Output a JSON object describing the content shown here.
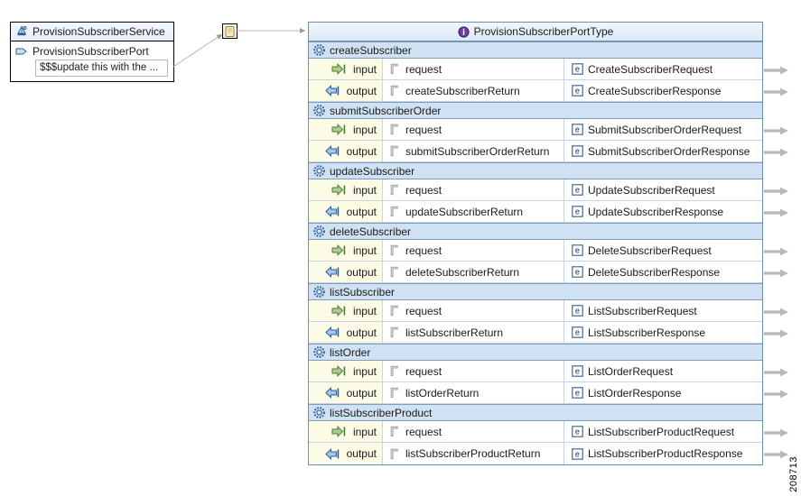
{
  "diagram": {
    "figure_number": "208713"
  },
  "service": {
    "name": "ProvisionSubscriberService",
    "icon": "service-icon",
    "port": {
      "name": "ProvisionSubscriberPort",
      "icon": "port-icon",
      "documentation": "$$$update this with the ..."
    }
  },
  "binding": {
    "icon": "binding-icon",
    "label": ""
  },
  "port_type": {
    "name": "ProvisionSubscriberPortType",
    "icon": "interface-icon",
    "operation_icon": "gear-icon",
    "input_icon": "input-arrow-icon",
    "output_icon": "output-arrow-icon",
    "part_icon": "part-icon",
    "element_icon": "element-icon",
    "link_icon": "link-arrow-icon",
    "input_label": "input",
    "output_label": "output",
    "operations": [
      {
        "name": "createSubscriber",
        "messages": [
          {
            "direction": "input",
            "part": "request",
            "type": "CreateSubscriberRequest"
          },
          {
            "direction": "output",
            "part": "createSubscriberReturn",
            "type": "CreateSubscriberResponse"
          }
        ]
      },
      {
        "name": "submitSubscriberOrder",
        "messages": [
          {
            "direction": "input",
            "part": "request",
            "type": "SubmitSubscriberOrderRequest"
          },
          {
            "direction": "output",
            "part": "submitSubscriberOrderReturn",
            "type": "SubmitSubscriberOrderResponse"
          }
        ]
      },
      {
        "name": "updateSubscriber",
        "messages": [
          {
            "direction": "input",
            "part": "request",
            "type": "UpdateSubscriberRequest"
          },
          {
            "direction": "output",
            "part": "updateSubscriberReturn",
            "type": "UpdateSubscriberResponse"
          }
        ]
      },
      {
        "name": "deleteSubscriber",
        "messages": [
          {
            "direction": "input",
            "part": "request",
            "type": "DeleteSubscriberRequest"
          },
          {
            "direction": "output",
            "part": "deleteSubscriberReturn",
            "type": "DeleteSubscriberResponse"
          }
        ]
      },
      {
        "name": "listSubscriber",
        "messages": [
          {
            "direction": "input",
            "part": "request",
            "type": "ListSubscriberRequest"
          },
          {
            "direction": "output",
            "part": "listSubscriberReturn",
            "type": "ListSubscriberResponse"
          }
        ]
      },
      {
        "name": "listOrder",
        "messages": [
          {
            "direction": "input",
            "part": "request",
            "type": "ListOrderRequest"
          },
          {
            "direction": "output",
            "part": "listOrderReturn",
            "type": "ListOrderResponse"
          }
        ]
      },
      {
        "name": "listSubscriberProduct",
        "messages": [
          {
            "direction": "input",
            "part": "request",
            "type": "ListSubscriberProductRequest"
          },
          {
            "direction": "output",
            "part": "listSubscriberProductReturn",
            "type": "ListSubscriberProductResponse"
          }
        ]
      }
    ]
  }
}
